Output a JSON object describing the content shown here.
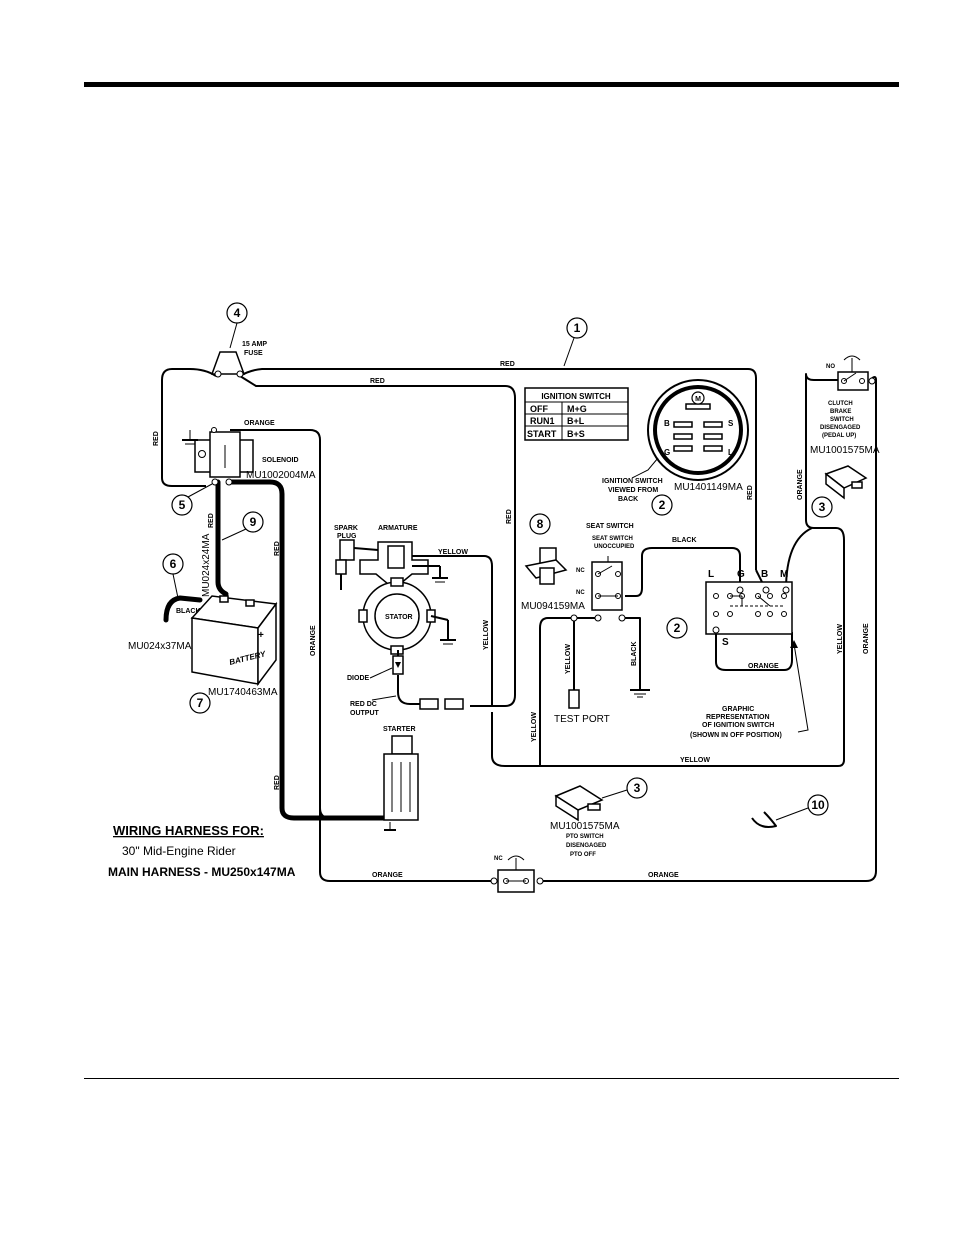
{
  "title": {
    "line1": "WIRING HARNESS FOR:",
    "line2": "30\" Mid-Engine Rider",
    "line3": "MAIN HARNESS - MU250x147MA"
  },
  "ignition_table": {
    "header": "IGNITION SWITCH",
    "rows": [
      {
        "pos": "OFF",
        "conn": "M+G"
      },
      {
        "pos": "RUN1",
        "conn": "B+L"
      },
      {
        "pos": "START",
        "conn": "B+S"
      }
    ]
  },
  "callouts": [
    "1",
    "2",
    "2",
    "3",
    "3",
    "4",
    "5",
    "6",
    "7",
    "8",
    "9",
    "10"
  ],
  "part_numbers": {
    "solenoid": "MU1002004MA",
    "ignition_switch": "MU1401149MA",
    "clutch_switch": "MU1001575MA",
    "pto_switch": "MU1001575MA",
    "seat_switch": "MU094159MA",
    "battery": "MU1740463MA",
    "black_cable": "MU024x37MA",
    "red_cable": "MU024x24MA"
  },
  "labels": {
    "fuse": [
      "15 AMP",
      "FUSE"
    ],
    "solenoid": "SOLENOID",
    "spark_plug": [
      "SPARK",
      "PLUG"
    ],
    "armature": "ARMATURE",
    "stator": "STATOR",
    "diode": "DIODE",
    "red_dc_output": [
      "RED DC",
      "OUTPUT"
    ],
    "starter": "STARTER",
    "battery": "BATTERY",
    "ign_viewed": [
      "IGNITION SWITCH",
      "VIEWED FROM",
      "BACK"
    ],
    "seat_switch": "SEAT SWITCH",
    "seat_unoccupied": [
      "SEAT SWITCH",
      "UNOCCUPIED"
    ],
    "test_port": "TEST PORT",
    "clutch": [
      "CLUTCH",
      "BRAKE",
      "SWITCH",
      "DISENGAGED",
      "(PEDAL UP)"
    ],
    "pto": [
      "PTO SWITCH",
      "DISENGAGED",
      "PTO OFF"
    ],
    "graphic": [
      "GRAPHIC",
      "REPRESENTATION",
      "OF IGNITION SWITCH",
      "(SHOWN IN OFF POSITION)"
    ],
    "nc": "NC",
    "no": "NO",
    "ign_letters": {
      "L": "L",
      "G": "G",
      "B": "B",
      "M": "M",
      "S": "S"
    },
    "ign_face_letters": {
      "M": "M",
      "B": "B",
      "S": "S",
      "G": "G",
      "L": "L"
    }
  },
  "wire_colors": {
    "red": "RED",
    "orange": "ORANGE",
    "yellow": "YELLOW",
    "black": "BLACK"
  }
}
